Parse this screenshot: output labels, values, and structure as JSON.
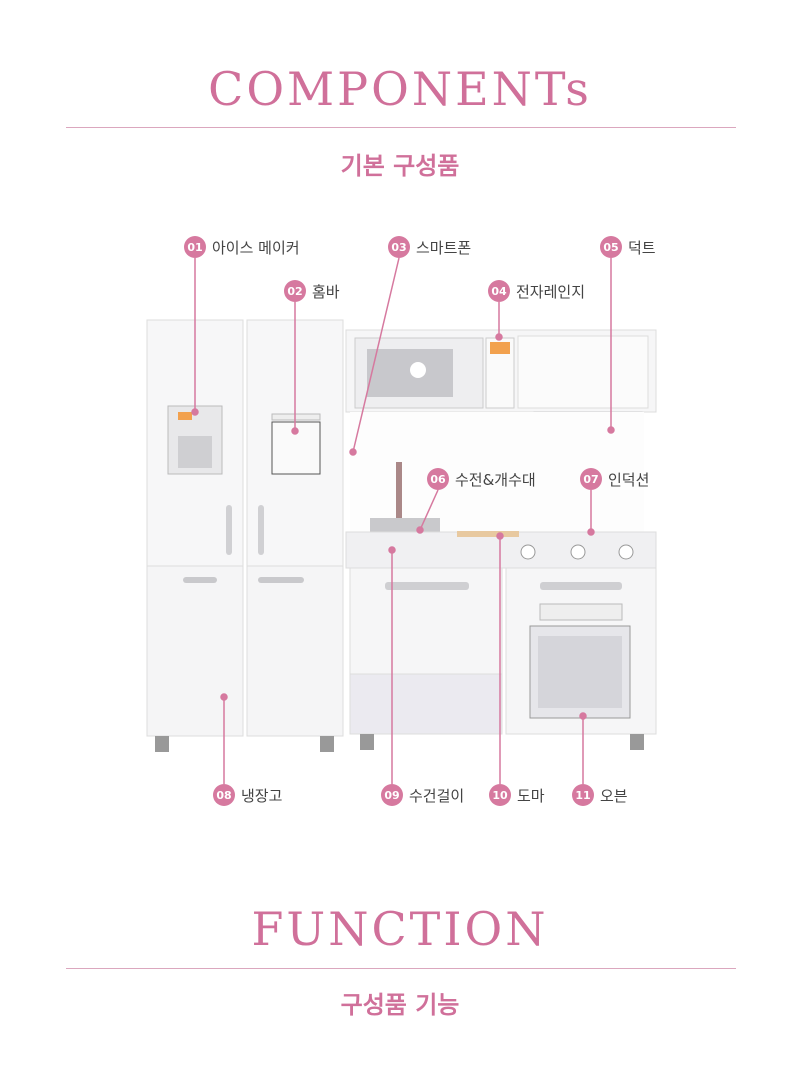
{
  "components": {
    "title": "COMPONENTs",
    "subtitle": "기본 구성품"
  },
  "function": {
    "title": "FUNCTION",
    "subtitle": "구성품 기능"
  },
  "accent_color": "#d6799f",
  "callouts": [
    {
      "num": "01",
      "label": "아이스 메이커"
    },
    {
      "num": "02",
      "label": "홈바"
    },
    {
      "num": "03",
      "label": "스마트폰"
    },
    {
      "num": "04",
      "label": "전자레인지"
    },
    {
      "num": "05",
      "label": "덕트"
    },
    {
      "num": "06",
      "label": "수전&개수대"
    },
    {
      "num": "07",
      "label": "인덕션"
    },
    {
      "num": "08",
      "label": "냉장고"
    },
    {
      "num": "09",
      "label": "수건걸이"
    },
    {
      "num": "10",
      "label": "도마"
    },
    {
      "num": "11",
      "label": "오븐"
    }
  ]
}
